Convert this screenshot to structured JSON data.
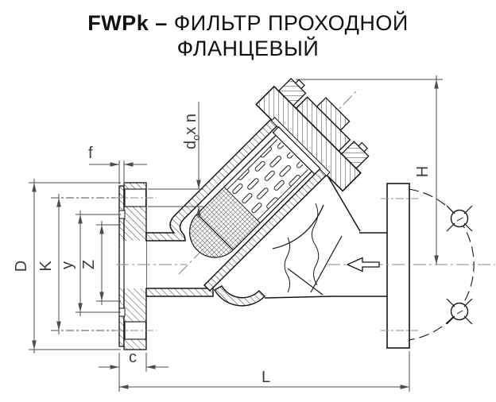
{
  "title": {
    "model": "FWPk",
    "dash": "–",
    "line1": "ФИЛЬТР ПРОХОДНОЙ",
    "line2": "ФЛАНЦЕВЫЙ"
  },
  "labels": {
    "flange_diameter": "D",
    "bolt_circle": "K",
    "recess_diameter": "y",
    "bore_diameter": "Z",
    "flange_thickness": "c",
    "raised_face": "f",
    "length": "L",
    "height": "H",
    "bolt_hole_letter": "d",
    "bolt_hole_sub": "o",
    "bolt_hole_mult": "x n"
  },
  "colors": {
    "line": "#161616",
    "dimension": "#4d4d4d",
    "centerline": "#8c8c8c",
    "background": "#ffffff"
  }
}
